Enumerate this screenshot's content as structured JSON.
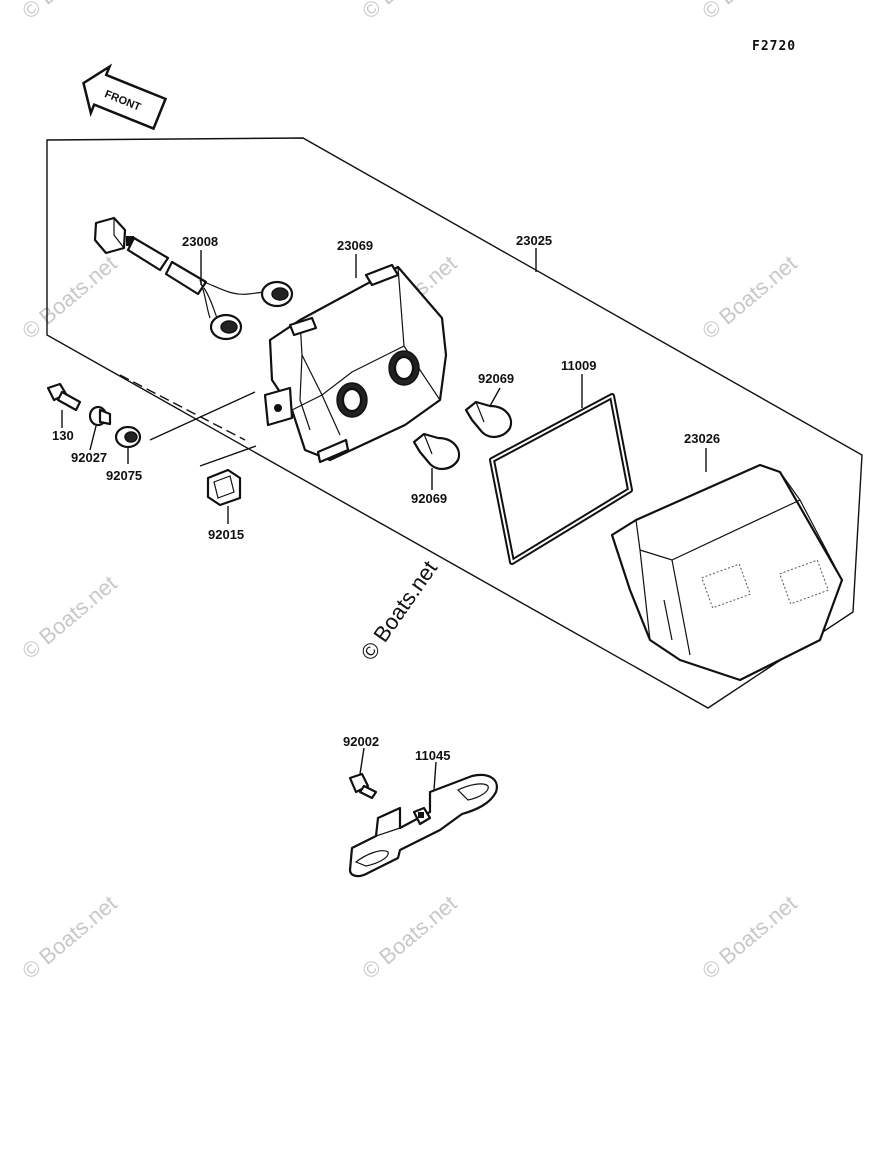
{
  "figure_code": "F2720",
  "front_label": "FRONT",
  "watermark": "© Boats.net",
  "parts": {
    "p23008": "23008",
    "p23069": "23069",
    "p23025": "23025",
    "p11009": "11009",
    "p92069_top": "92069",
    "p92069_bottom": "92069",
    "p23026": "23026",
    "p130": "130",
    "p92027": "92027",
    "p92075": "92075",
    "p92015": "92015",
    "p92002": "92002",
    "p11045": "11045"
  }
}
